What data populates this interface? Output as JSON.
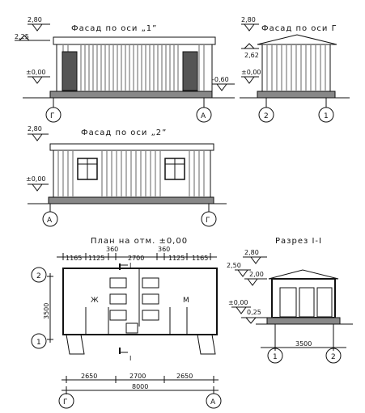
{
  "facade1": {
    "title": "Фасад по оси „1”",
    "level_top": "2,80",
    "level_mid": "2,25",
    "level_zero": "±0,00",
    "level_ground": "-0,60",
    "axis_left": "Г",
    "axis_right": "А"
  },
  "facade_g": {
    "title": "Фасад по оси Г",
    "level_top": "2,80",
    "level_mid": "2,62",
    "level_zero": "±0,00",
    "axis_left": "2",
    "axis_right": "1"
  },
  "facade2": {
    "title": "Фасад по оси „2”",
    "level_top": "2,80",
    "level_zero": "±0,00",
    "axis_left": "А",
    "axis_right": "Г"
  },
  "plan": {
    "title": "План на отм. ±0,00",
    "top_dims": [
      "1165",
      "1125",
      "360",
      "2700",
      "360",
      "1125",
      "1165"
    ],
    "bottom_dims": [
      "2650",
      "2700",
      "2650"
    ],
    "total_width": "8000",
    "side_dim": "3500",
    "room_left": "Ж",
    "room_right": "М",
    "section_mark": "I",
    "axis_top_left": "2",
    "axis_bottom_left": "1",
    "axis_bottom_g": "Г",
    "axis_bottom_a": "А"
  },
  "section": {
    "title": "Разрез I-I",
    "level_top": "2,80",
    "level_250": "2,50",
    "level_200": "2,00",
    "level_zero": "±0,00",
    "level_025": "0,25",
    "width_dim": "3500",
    "axis_left": "1",
    "axis_right": "2"
  }
}
